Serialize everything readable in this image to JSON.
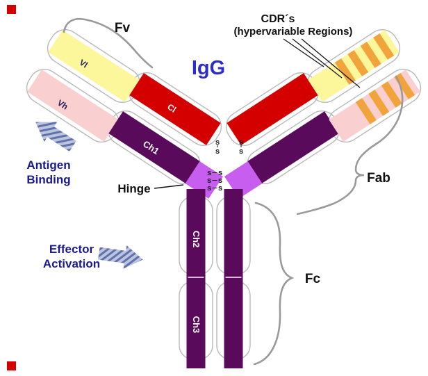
{
  "title": "IgG",
  "cdr": {
    "line1": "CDR´s",
    "line2": "(hypervariable Regions)"
  },
  "region_labels": {
    "fv": "Fv",
    "fab": "Fab",
    "fc": "Fc",
    "hinge": "Hinge"
  },
  "annotations": {
    "antigen_line1": "Antigen",
    "antigen_line2": "Binding",
    "effector_line1": "Effector",
    "effector_line2": "Activation"
  },
  "domains": {
    "vl": "Vl",
    "vh": "Vh",
    "cl": "Cl",
    "ch1": "Ch1",
    "ch2": "Ch2",
    "ch3": "Ch3"
  },
  "bond_letter": "s",
  "colors": {
    "igg_blue": "#2d2dc8",
    "annotation_navy": "#1a1a8f",
    "domain_yellow": "#fdf79c",
    "domain_pink": "#f9cfcf",
    "domain_red": "#d40000",
    "domain_purple": "#5a0a5a",
    "hinge_violet": "#c85ef0",
    "cdr_stripe_orange": "#f2a43c",
    "brace_gray": "#9a9a9a",
    "outline_gray": "#b9b9b9",
    "arrow_base": "#bcc4e0",
    "arrow_stripe": "#6073a8",
    "domain_label_dark": "#23235a",
    "domain_label_light": "#f8f8f8",
    "bullet_red": "#d40000"
  }
}
